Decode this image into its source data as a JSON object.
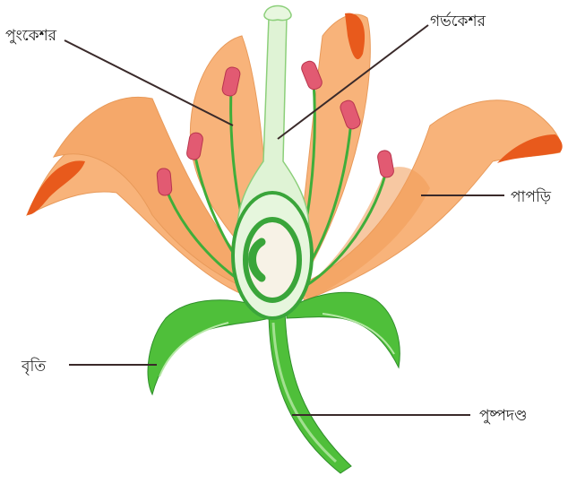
{
  "diagram": {
    "labels": {
      "stamen": "পুংকেশর",
      "pistil": "গর্ভকেশর",
      "petal": "পাপড়ি",
      "sepal": "বৃতি",
      "stalk": "পুষ্পদণ্ড"
    },
    "colors": {
      "petal": "#f8b37a",
      "petal_shade": "#f09a55",
      "petal_tip": "#e85a1c",
      "anther": "#e25a72",
      "filament": "#3fae3a",
      "sepal": "#4fbf3a",
      "sepal_dark": "#2f8f2a",
      "pistil": "#dff3d5",
      "ovary_ring": "#3aa53a",
      "leader_line": "#3a2a2a"
    }
  }
}
